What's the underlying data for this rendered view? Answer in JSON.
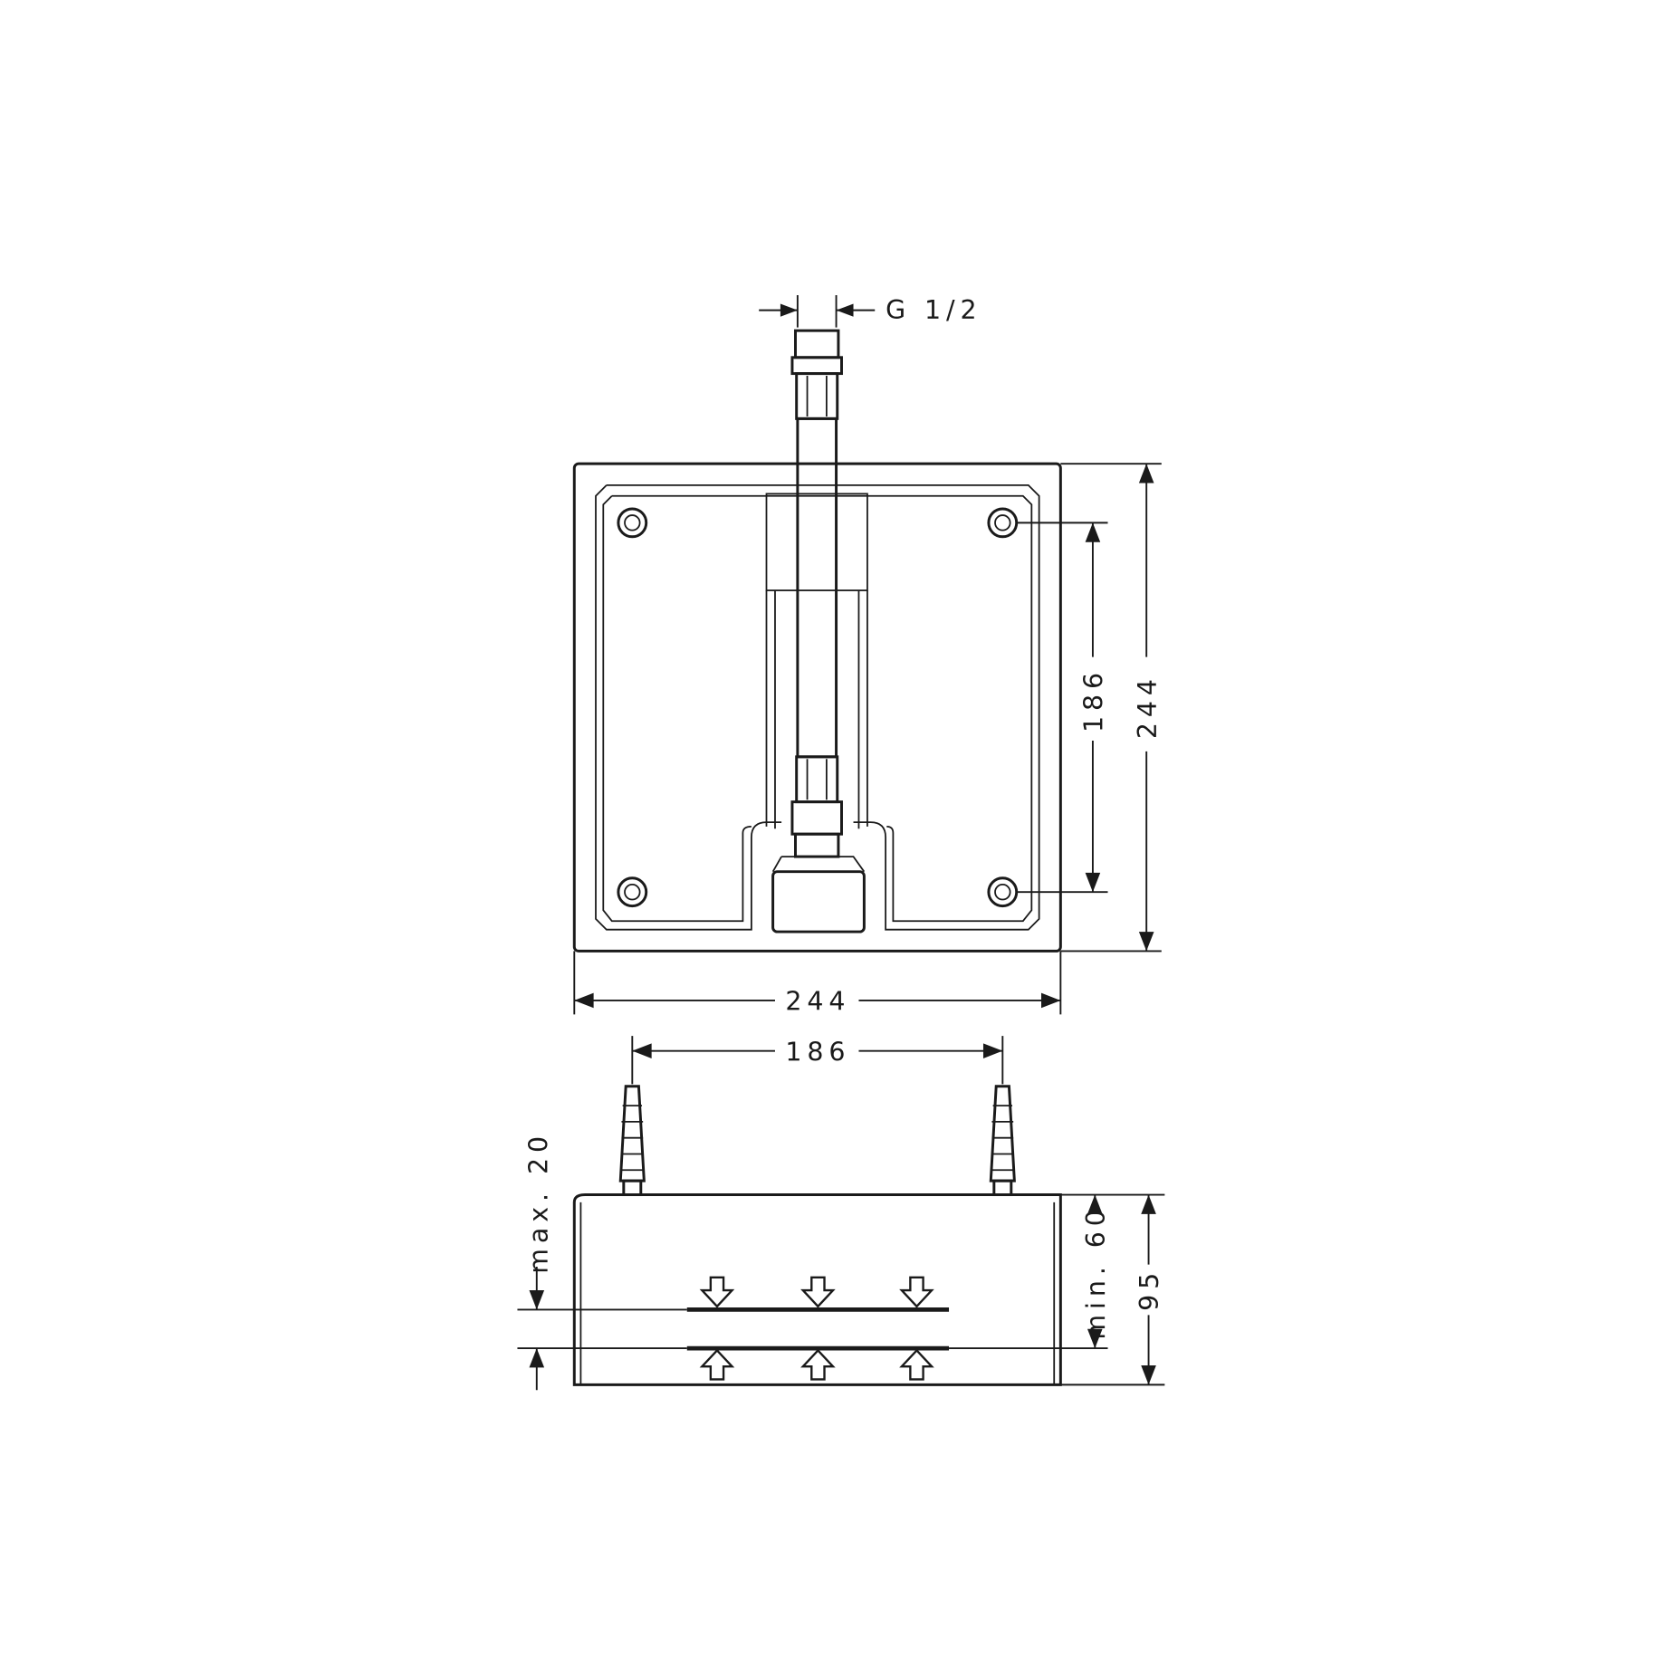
{
  "drawing": {
    "top_view": {
      "thread_label": "G 1/2",
      "width_label": "244",
      "height_label": "244",
      "hole_spacing_horizontal_label": "186",
      "hole_spacing_vertical_label": "186"
    },
    "side_view": {
      "max_label": "max. 20",
      "min_label": "min. 60",
      "depth_label": "95"
    }
  }
}
